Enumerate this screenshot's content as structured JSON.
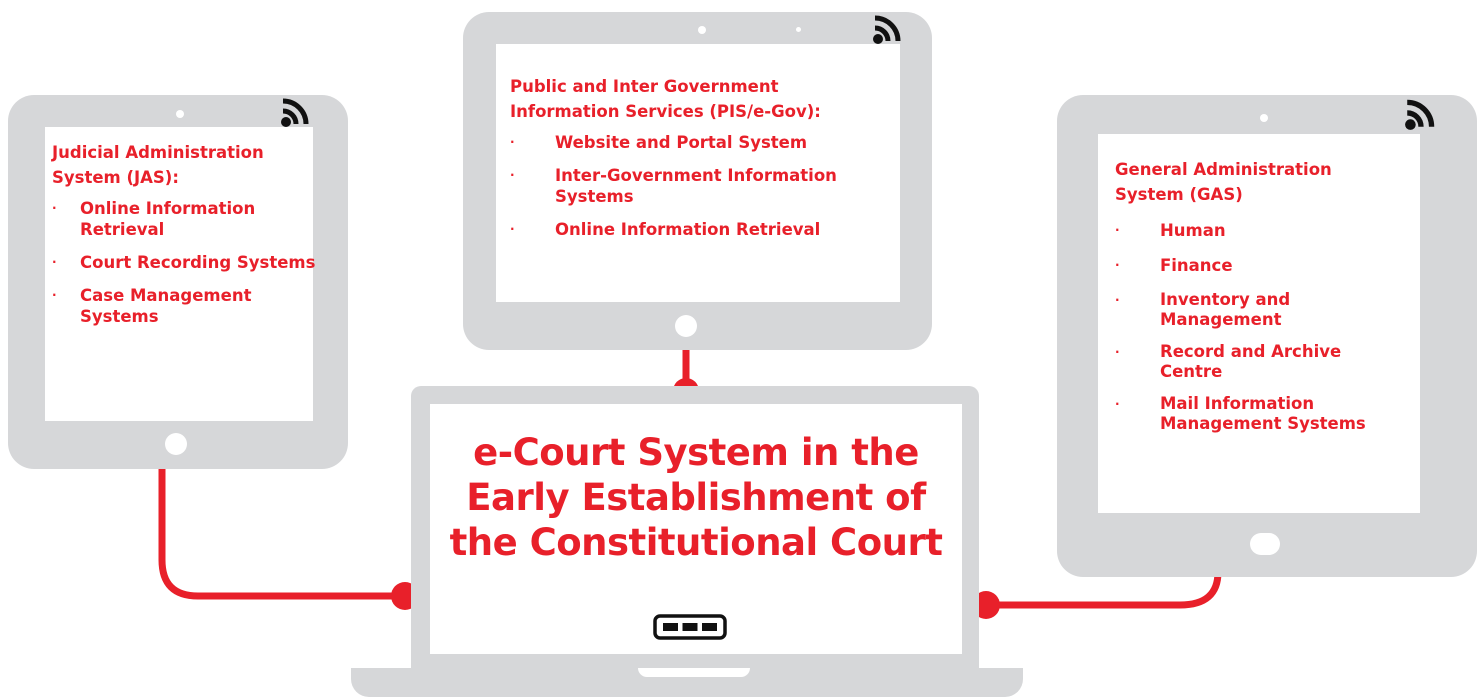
{
  "diagram": {
    "center": {
      "title": "e-Court System in the Early Establishment of the Constitutional Court",
      "icon": "keyboard-icon"
    },
    "left_panel": {
      "title": "Judicial Administration System (JAS):",
      "items": [
        "Online Information Retrieval",
        "Court Recording Systems",
        "Case Management Systems"
      ]
    },
    "top_panel": {
      "title": "Public and Inter Government Information Services (PIS/e-Gov):",
      "items": [
        "Website and Portal System",
        "Inter-Government Information Systems",
        "Online Information Retrieval"
      ]
    },
    "right_panel": {
      "title": "General Administration System (GAS)",
      "items": [
        "Human",
        "Finance",
        "Inventory and Management",
        "Record and Archive Centre",
        "Mail Information Management Systems"
      ]
    },
    "bullet_symbol": "·",
    "colors": {
      "accent": "#e8202a",
      "device": "#d6d7d9",
      "screen": "#ffffff"
    },
    "icons": [
      "wifi-icon",
      "camera-dot",
      "home-button",
      "keyboard-icon"
    ]
  }
}
